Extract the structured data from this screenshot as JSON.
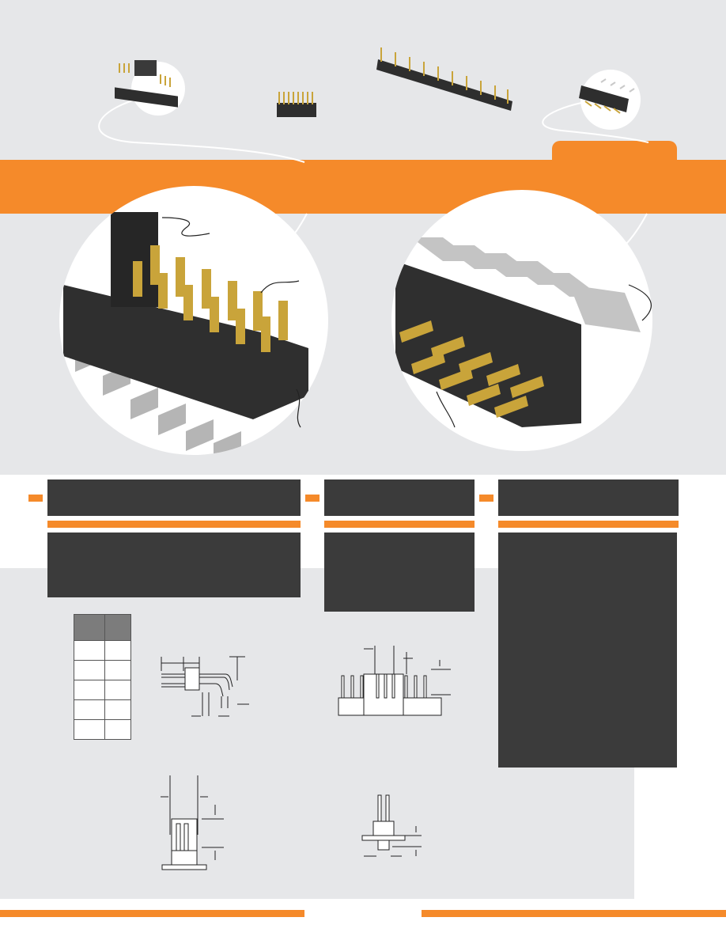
{
  "colors": {
    "accent": "#f58a2a",
    "panel": "#3b3b3b",
    "background": "#e6e7e9",
    "connector_body": "#2e2e2e",
    "pin_gold": "#c9a43a",
    "pin_tin": "#9a9a9a"
  },
  "images": {
    "product_1": "smt-double-row-header-with-cover-image",
    "product_2": "small-double-row-header-image",
    "product_3": "long-double-row-header-image",
    "product_4": "smt-right-angle-header-image",
    "zoom_left": "smt-header-pin-closeup-image",
    "zoom_right": "right-angle-header-pin-closeup-image",
    "drawing_right_angle": "right-angle-header-dimension-drawing",
    "drawing_elevated": "elevated-header-dimension-drawing",
    "drawing_smt": "smt-header-dimension-drawing",
    "drawing_through_hole": "through-hole-header-dimension-drawing"
  },
  "table": {
    "rows": 5,
    "columns": 2
  }
}
